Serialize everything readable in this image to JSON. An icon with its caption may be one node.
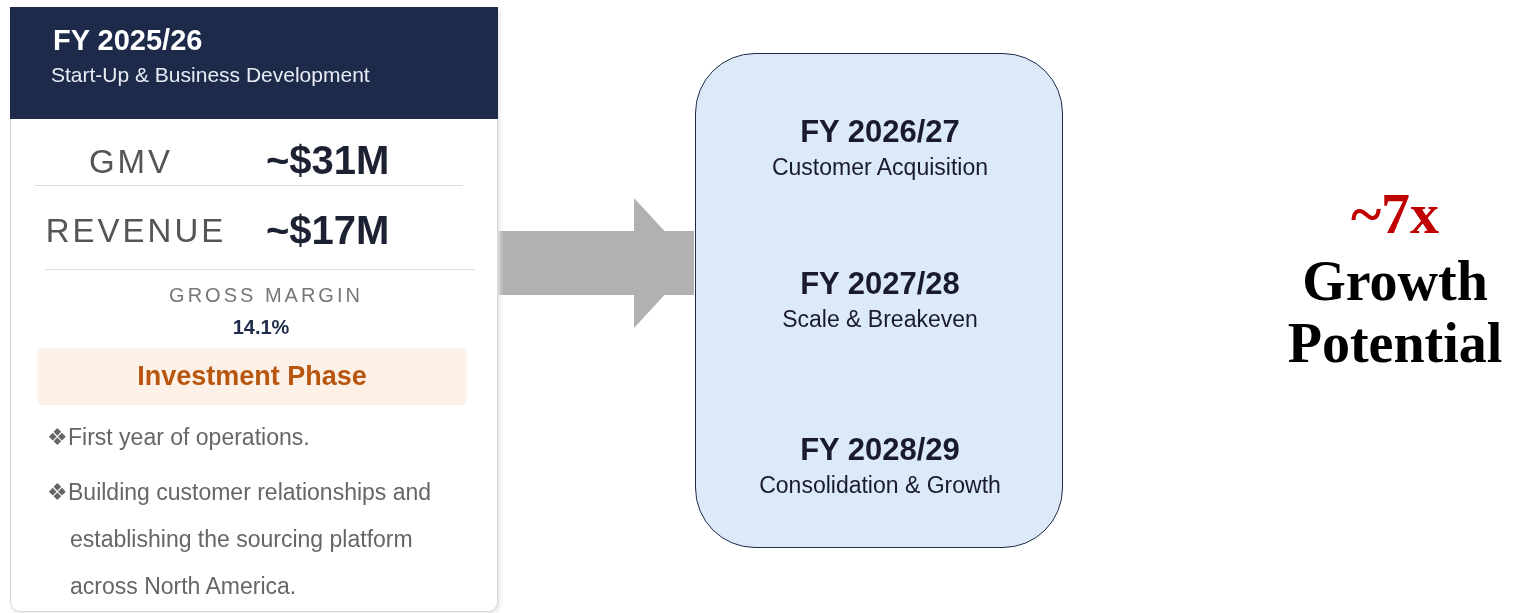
{
  "diagram": {
    "nodes": [
      {
        "text": [
          "FY 2025/26",
          "Start-Up & Business Development",
          "GMV",
          "~$31M",
          "REVENUE",
          "~$17M",
          "GROSS MARGIN",
          "14.1%",
          "❖First year of operations.",
          "❖Building customer relationships and establishing the sourcing platform across North America."
        ]
      },
      {
        "text": [
          "Investment Phase"
        ],
        "in": 0
      },
      {
        "text": [
          "FY 2026/27",
          "Customer Acquisition",
          "FY 2027/28",
          "Scale & Breakeven",
          "FY 2028/29",
          "Consolidation & Growth"
        ]
      }
    ],
    "edges": [
      {
        "from": 0,
        "to": 2,
        "arrow": "to"
      }
    ],
    "labels": [
      "~7x",
      "Growth Potential"
    ]
  }
}
